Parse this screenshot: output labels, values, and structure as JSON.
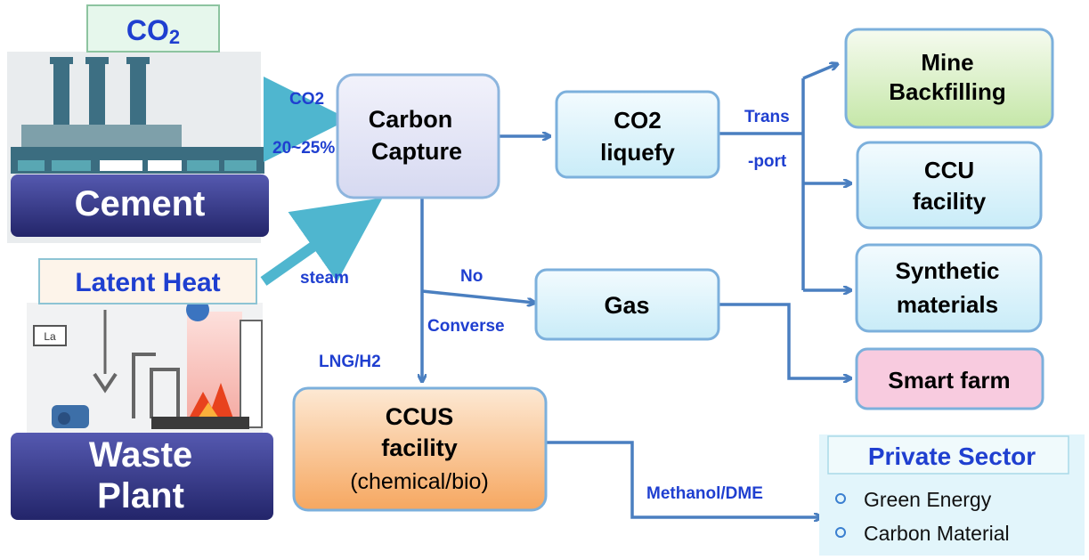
{
  "co2_badge": {
    "main": "CO",
    "sub": "2"
  },
  "cement_label": "Cement",
  "latent_heat_label": "Latent Heat",
  "waste_plant_label": [
    "Waste",
    "Plant"
  ],
  "carbon_capture": [
    "Carbon",
    "Capture"
  ],
  "co2_liquefy": [
    "CO2",
    "liquefy"
  ],
  "gas": "Gas",
  "ccus_facility": [
    "CCUS",
    "facility",
    "(chemical/bio)"
  ],
  "mine_backfilling": [
    "Mine",
    "Backfilling"
  ],
  "ccu_facility": [
    "CCU",
    "facility"
  ],
  "synthetic_materials": [
    "Synthetic",
    "materials"
  ],
  "smart_farm": "Smart farm",
  "private_sector": {
    "title": "Private Sector",
    "items": [
      "Green Energy",
      "Carbon Material"
    ]
  },
  "edge_labels": {
    "co2_in": "CO2",
    "percent": "20~25%",
    "steam": "steam",
    "trans": "Trans",
    "port": "-port",
    "no": "No",
    "converse": "Converse",
    "lng_h2": "LNG/H2",
    "methanol": "Methanol/DME"
  },
  "colors": {
    "arrow": "#4a7fc0",
    "thick_arrow": "#4fb6cf",
    "label": "#1f3fd0",
    "box_border": "#7cb0dc",
    "cement_bar": "#2d2f7a",
    "factory": "#3d6f83"
  }
}
